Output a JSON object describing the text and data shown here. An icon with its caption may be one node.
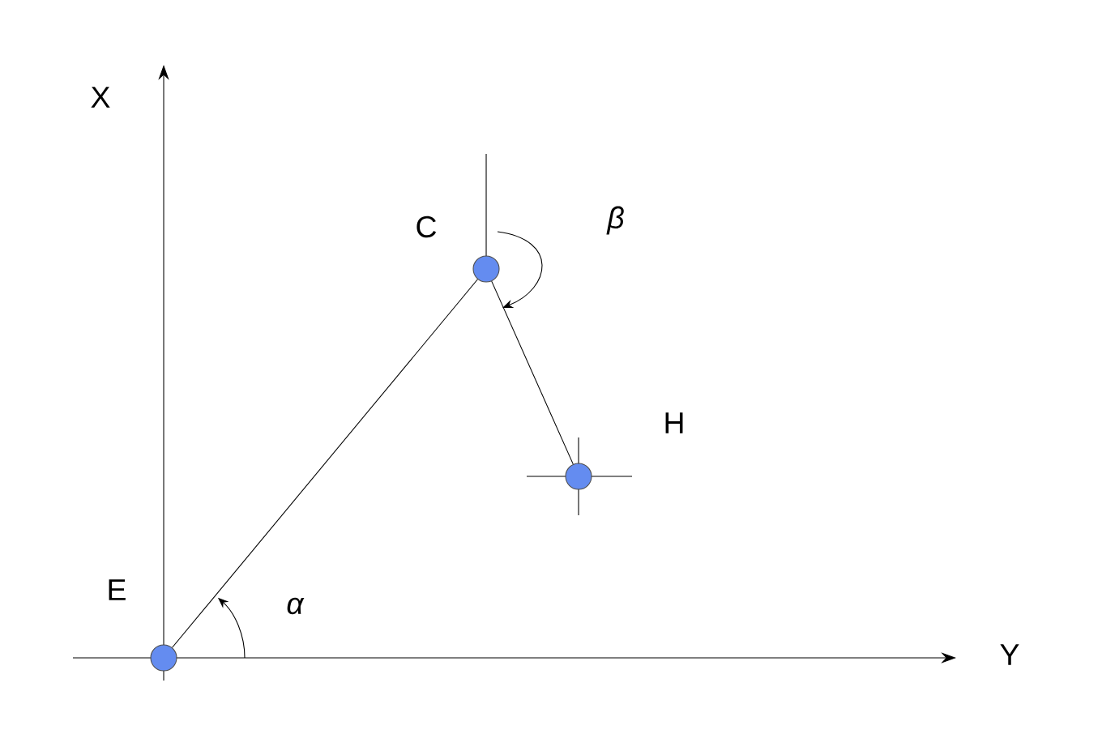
{
  "diagram": {
    "nodes": [
      {
        "text": [],
        "shape": "circle",
        "beside": [
          "E"
        ]
      },
      {
        "text": [],
        "shape": "circle",
        "beside": [
          "C"
        ]
      },
      {
        "text": [],
        "shape": "circle",
        "beside": [
          "H"
        ]
      }
    ],
    "edges": [
      {
        "from": 0,
        "to": 1,
        "arrow": "none"
      },
      {
        "from": 1,
        "to": 2,
        "arrow": "none"
      }
    ],
    "labels": [
      "X",
      "Y",
      "α",
      "β"
    ]
  }
}
